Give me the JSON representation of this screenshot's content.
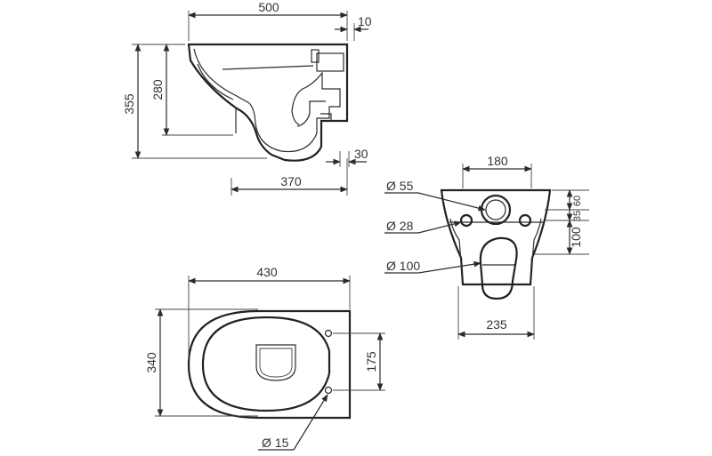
{
  "side_view": {
    "width_total": "500",
    "rim_offset": "10",
    "height_total": "355",
    "bowl_height": "280",
    "projection": "370",
    "outlet_offset": "30"
  },
  "rear_view": {
    "top_width": "180",
    "bottom_width": "235",
    "dia_waste": "Ø 55",
    "dia_fixing": "Ø 28",
    "dia_outlet": "Ø 100",
    "v_100": "100",
    "v_35": "35",
    "v_60": "60"
  },
  "plan_view": {
    "length": "430",
    "width": "340",
    "fixing_spacing": "175",
    "dia_holes": "Ø 15"
  }
}
